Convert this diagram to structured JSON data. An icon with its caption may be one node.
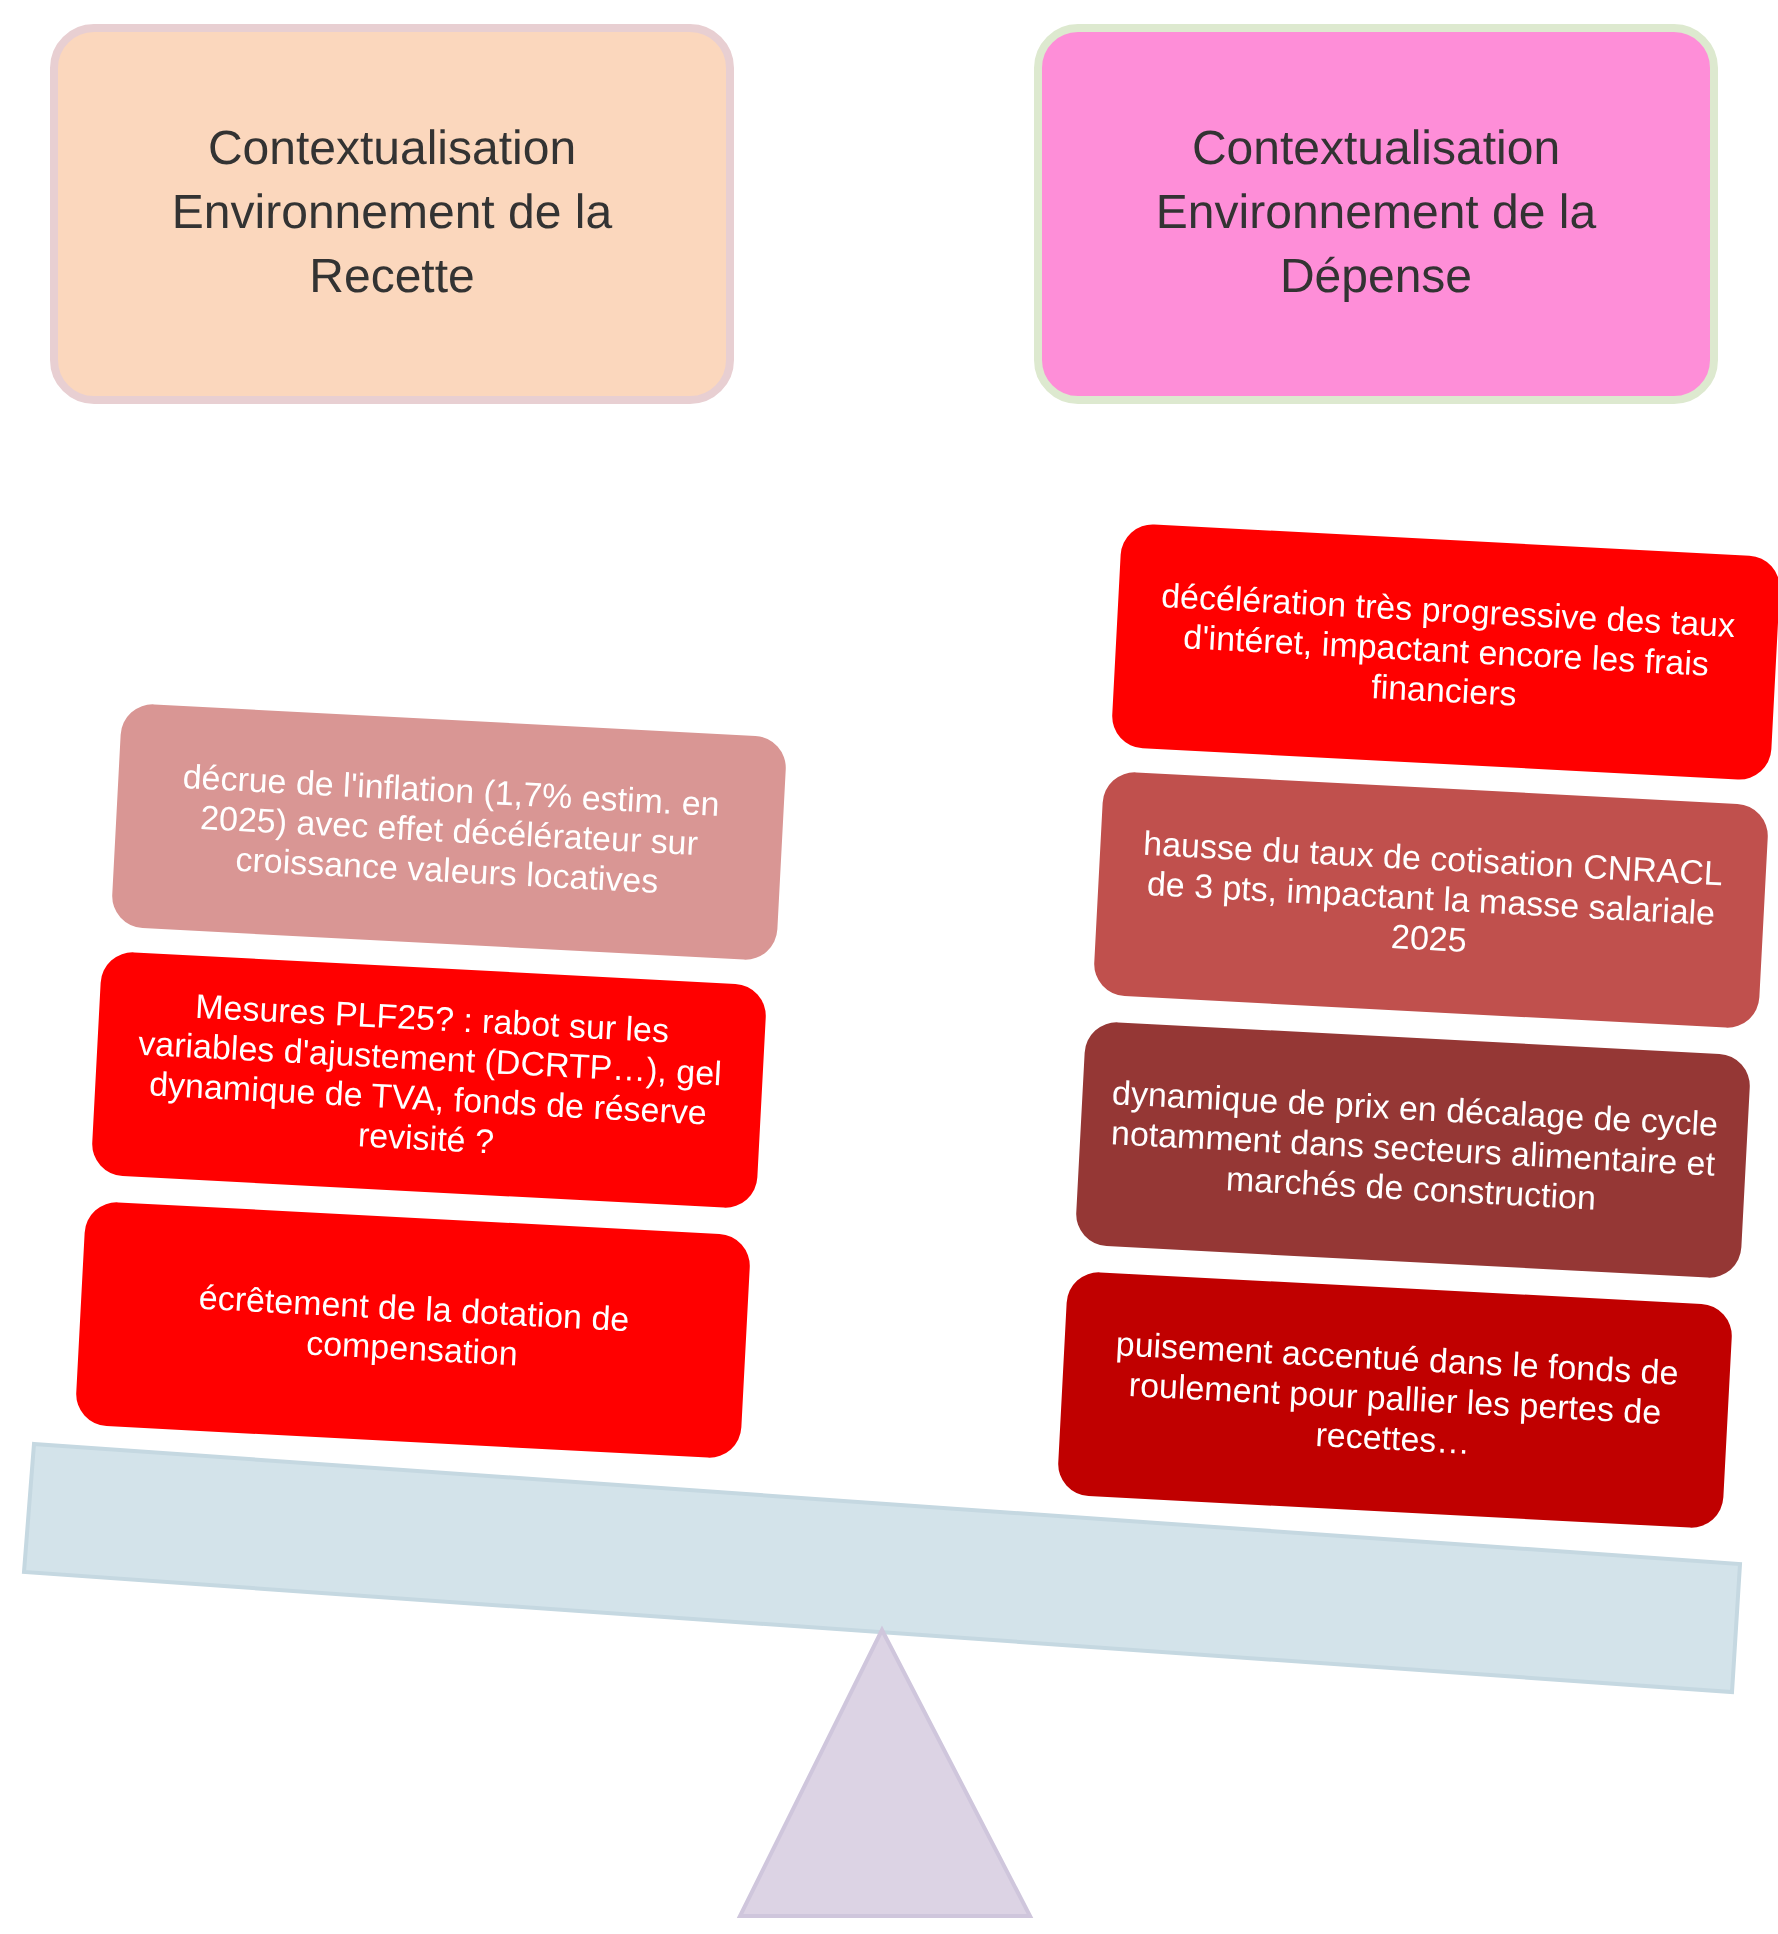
{
  "diagram": {
    "nodes": [
      {
        "text": [
          "Contextualisation Environnement de la Recette"
        ]
      },
      {
        "text": [
          "Contextualisation Environnement de la Dépense"
        ]
      },
      {
        "text": [
          "décrue de l'inflation (1,7% estim. en 2025) avec effet décélérateur sur croissance valeurs locatives"
        ]
      },
      {
        "text": [
          "Mesures PLF25? : rabot sur les variables d'ajustement (DCRTP…), gel dynamique de TVA, fonds de réserve revisité ?"
        ]
      },
      {
        "text": [
          "écrêtement de la dotation de compensation"
        ]
      },
      {
        "text": [
          "décélération très progressive des taux d'intéret, impactant encore les frais financiers"
        ]
      },
      {
        "text": [
          "hausse du taux de cotisation CNRACL de 3 pts, impactant la masse salariale 2025"
        ]
      },
      {
        "text": [
          "dynamique de prix en décalage de cycle notamment dans secteurs alimentaire et marchés de construction"
        ]
      },
      {
        "text": [
          "puisement accentué dans le fonds de roulement pour pallier les pertes de recettes…"
        ]
      }
    ]
  }
}
